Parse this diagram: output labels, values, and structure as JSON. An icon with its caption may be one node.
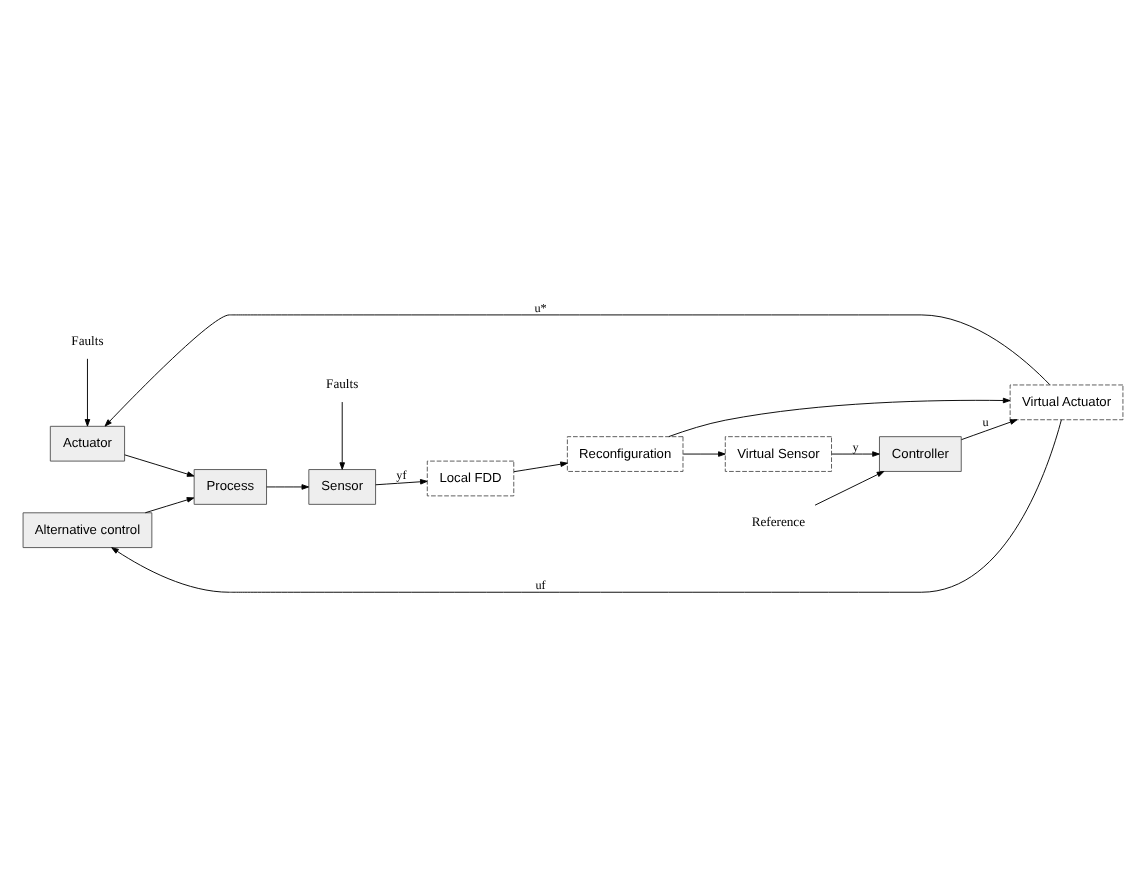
{
  "diagram": {
    "nodes": [
      {
        "text": [
          "Faults"
        ]
      },
      {
        "text": [
          "Actuator"
        ]
      },
      {
        "text": [
          "Process"
        ]
      },
      {
        "text": [
          "Faults"
        ]
      },
      {
        "text": [
          "Sensor"
        ]
      },
      {
        "text": [
          "Alternative control"
        ]
      },
      {
        "text": [
          "Local FDD"
        ]
      },
      {
        "text": [
          "Reference"
        ]
      },
      {
        "text": [
          "Virtual Actuator"
        ]
      },
      {
        "text": [
          "Controller"
        ]
      },
      {
        "text": [
          "Virtual Sensor"
        ]
      },
      {
        "text": [
          "Reconfiguration"
        ]
      }
    ],
    "edges": [
      {
        "from": 0,
        "to": 1,
        "arrow": "to"
      },
      {
        "from": 1,
        "to": 2,
        "arrow": "to"
      },
      {
        "from": 5,
        "to": 2,
        "arrow": "to"
      },
      {
        "from": 2,
        "to": 4,
        "arrow": "to"
      },
      {
        "from": 3,
        "to": 4,
        "arrow": "to"
      },
      {
        "from": 4,
        "to": 6,
        "arrow": "to",
        "label": "yf"
      },
      {
        "from": 6,
        "to": 11,
        "arrow": "to"
      },
      {
        "from": 11,
        "to": 8,
        "arrow": "to"
      },
      {
        "from": 11,
        "to": 10,
        "arrow": "to"
      },
      {
        "from": 7,
        "to": 9,
        "arrow": "to"
      },
      {
        "from": 10,
        "to": 9,
        "arrow": "to",
        "label": "y"
      },
      {
        "from": 9,
        "to": 8,
        "arrow": "to",
        "label": "u"
      },
      {
        "from": 8,
        "to": 1,
        "arrow": "to",
        "label": "u*"
      },
      {
        "from": 8,
        "to": 5,
        "arrow": "to",
        "label": "uf"
      }
    ]
  }
}
